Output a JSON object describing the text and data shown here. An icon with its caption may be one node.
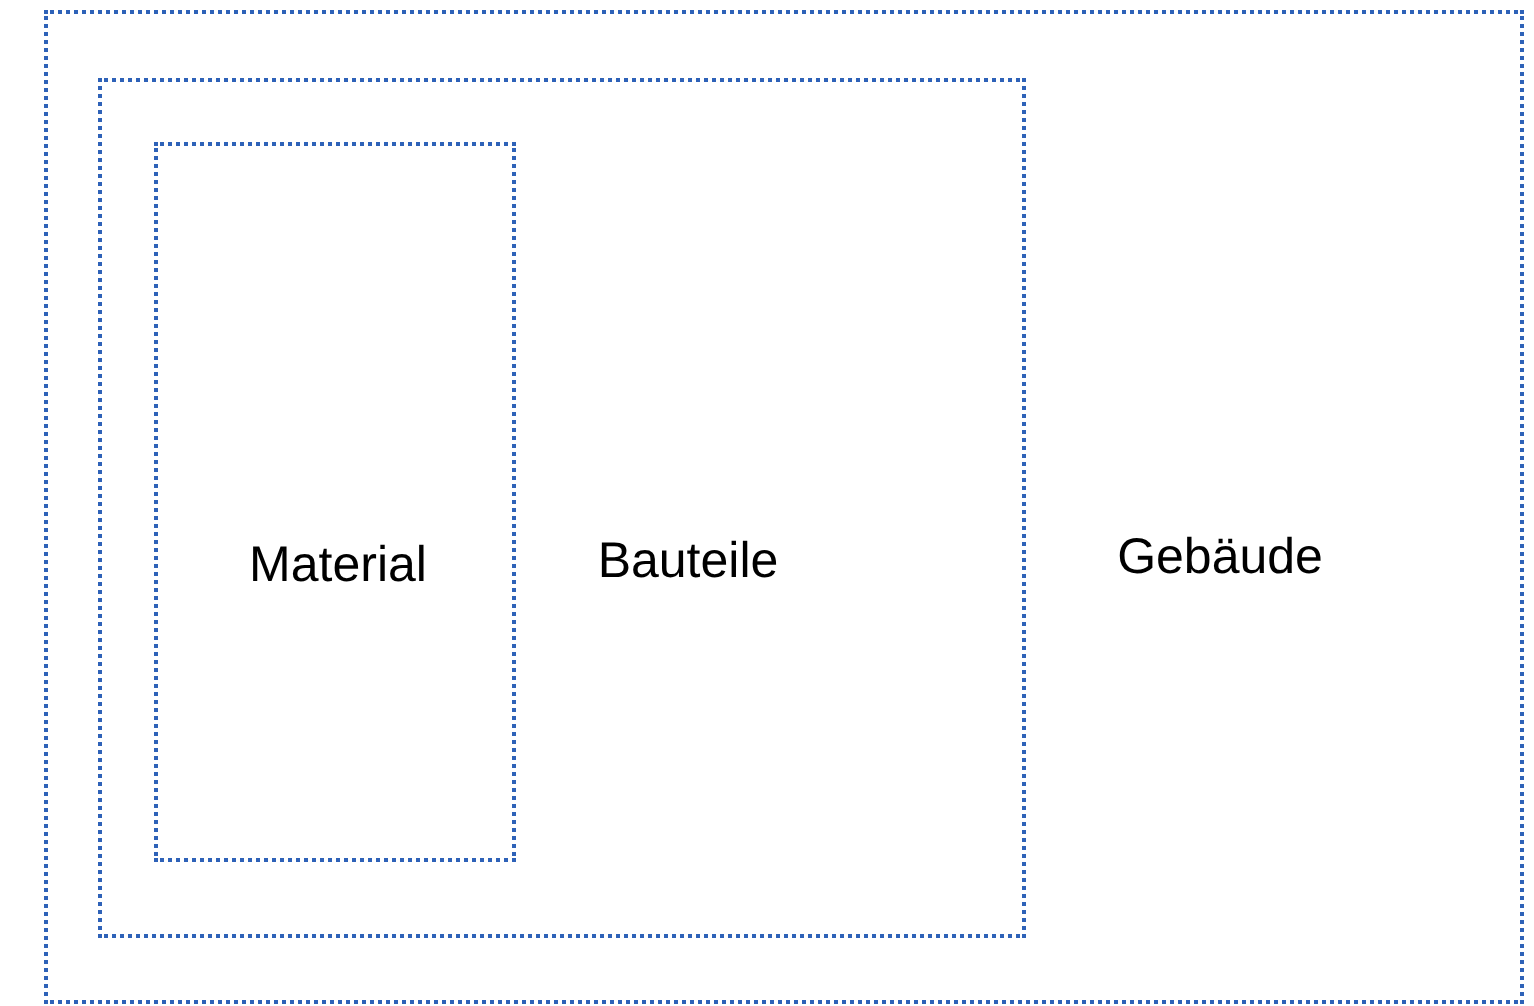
{
  "diagram": {
    "nodes": [
      {
        "text": [
          "Gebäude"
        ]
      },
      {
        "text": [
          "Bauteile"
        ],
        "in": 0
      },
      {
        "text": [
          "Material"
        ],
        "in": 1
      }
    ]
  }
}
